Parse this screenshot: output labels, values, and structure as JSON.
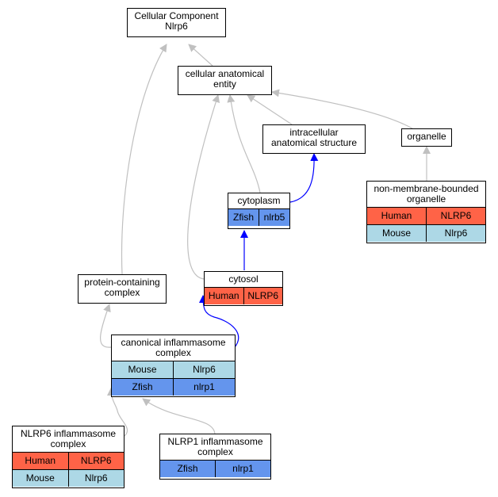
{
  "colors": {
    "human": "#ff6347",
    "mouse": "#add8e6",
    "zfish": "#6495ed",
    "edge_gray": "#c0c0c0",
    "edge_blue": "#0000ff"
  },
  "nodes": {
    "cellular_component": {
      "lines": [
        "Cellular Component",
        "Nlrp6"
      ],
      "rows": []
    },
    "cellular_anatomical_entity": {
      "lines": [
        "cellular anatomical",
        "entity"
      ],
      "rows": []
    },
    "intracellular_anatomical_structure": {
      "lines": [
        "intracellular",
        "anatomical structure"
      ],
      "rows": []
    },
    "organelle": {
      "lines": [
        "organelle"
      ],
      "rows": []
    },
    "cytoplasm": {
      "lines": [
        "cytoplasm"
      ],
      "rows": [
        {
          "species": "Zfish",
          "gene": "nlrb5"
        }
      ]
    },
    "non_membrane_bounded_organelle": {
      "lines": [
        "non-membrane-bounded",
        "organelle"
      ],
      "rows": [
        {
          "species": "Human",
          "gene": "NLRP6"
        },
        {
          "species": "Mouse",
          "gene": "Nlrp6"
        }
      ]
    },
    "cytosol": {
      "lines": [
        "cytosol"
      ],
      "rows": [
        {
          "species": "Human",
          "gene": "NLRP6"
        }
      ]
    },
    "protein_containing_complex": {
      "lines": [
        "protein-containing",
        "complex"
      ],
      "rows": []
    },
    "canonical_inflammasome_complex": {
      "lines": [
        "canonical inflammasome",
        "complex"
      ],
      "rows": [
        {
          "species": "Mouse",
          "gene": "Nlrp6"
        },
        {
          "species": "Zfish",
          "gene": "nlrp1"
        }
      ]
    },
    "nlrp6_inflammasome_complex": {
      "lines": [
        "NLRP6 inflammasome",
        "complex"
      ],
      "rows": [
        {
          "species": "Human",
          "gene": "NLRP6"
        },
        {
          "species": "Mouse",
          "gene": "Nlrp6"
        }
      ]
    },
    "nlrp1_inflammasome_complex": {
      "lines": [
        "NLRP1 inflammasome",
        "complex"
      ],
      "rows": [
        {
          "species": "Zfish",
          "gene": "nlrp1"
        }
      ]
    }
  }
}
